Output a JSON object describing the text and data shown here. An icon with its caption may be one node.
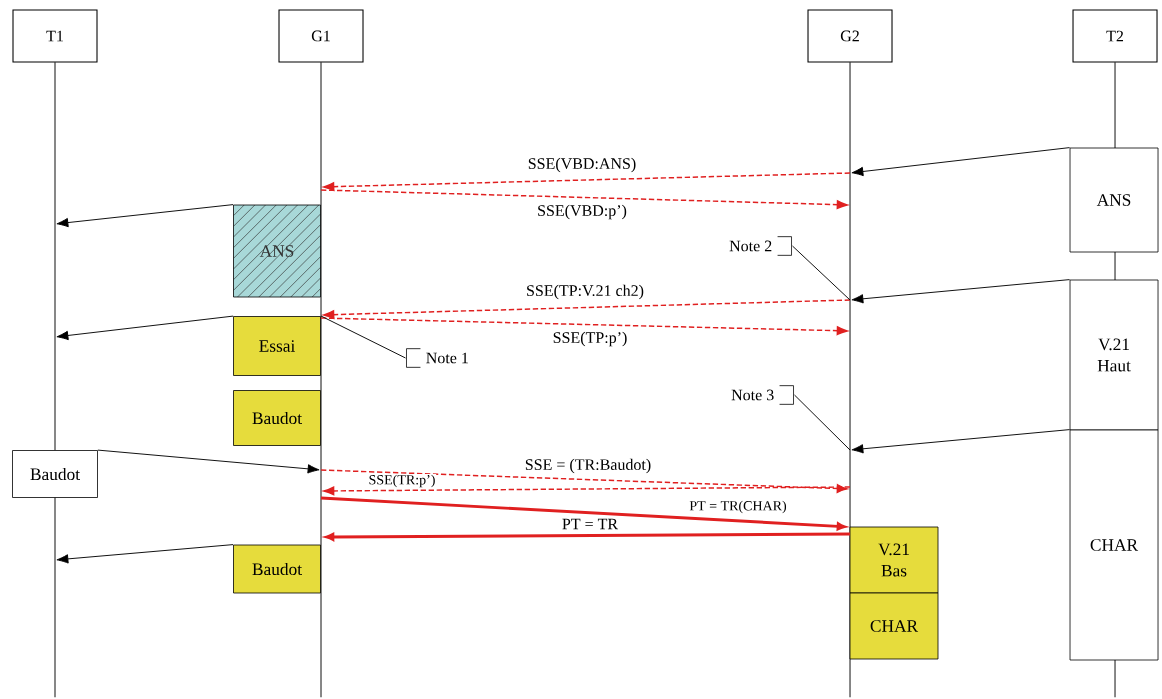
{
  "diagram": {
    "nodes": [
      {
        "text": [
          "T1"
        ]
      },
      {
        "text": [
          "G1"
        ]
      },
      {
        "text": [
          "G2"
        ]
      },
      {
        "text": [
          "T2"
        ]
      },
      {
        "text": [],
        "shape": "line"
      },
      {
        "text": [],
        "shape": "line"
      },
      {
        "text": [],
        "shape": "line"
      },
      {
        "text": [],
        "shape": "line"
      },
      {
        "text": [
          "ANS"
        ]
      },
      {
        "text": [
          "ANS"
        ]
      },
      {
        "text": [
          "Note 2"
        ]
      },
      {
        "text": [
          "V.21 Haut"
        ]
      },
      {
        "text": [
          "Essai"
        ]
      },
      {
        "text": [
          "Note 1"
        ]
      },
      {
        "text": [
          "Note 3"
        ]
      },
      {
        "text": [
          "Baudot"
        ]
      },
      {
        "text": [
          "CHAR"
        ]
      },
      {
        "text": [
          "Baudot"
        ]
      },
      {
        "text": [
          "Baudot"
        ]
      },
      {
        "text": [
          "V.21 Bas"
        ]
      },
      {
        "text": [
          "CHAR"
        ]
      },
      {
        "text": [],
        "shape": "line"
      }
    ],
    "edges": [
      {
        "from": 8,
        "to": 6,
        "arrow": "to"
      },
      {
        "from": 6,
        "to": 5,
        "arrow": "to",
        "label": "SSE(VBD:ANS)",
        "style": "dashed",
        "color": "#e02020"
      },
      {
        "from": 5,
        "to": 6,
        "arrow": "to",
        "label": "SSE(VBD:p’)",
        "style": "dashed",
        "color": "#e02020"
      },
      {
        "from": 9,
        "to": 4,
        "arrow": "to"
      },
      {
        "from": 11,
        "to": 6,
        "arrow": "to"
      },
      {
        "from": 6,
        "to": 5,
        "arrow": "to",
        "label": "SSE(TP:V.21 ch2)",
        "style": "dashed",
        "color": "#e02020"
      },
      {
        "from": 5,
        "to": 6,
        "arrow": "to",
        "label": "SSE(TP:p’)",
        "style": "dashed",
        "color": "#e02020"
      },
      {
        "from": 12,
        "to": 4,
        "arrow": "to"
      },
      {
        "from": 16,
        "to": 6,
        "arrow": "to"
      },
      {
        "from": 17,
        "to": 5,
        "arrow": "to"
      },
      {
        "from": 5,
        "to": 6,
        "arrow": "to",
        "label": "SSE = (TR:Baudot)",
        "style": "dashed",
        "color": "#e02020"
      },
      {
        "from": 6,
        "to": 5,
        "arrow": "to",
        "label": "SSE(TR:p’)",
        "style": "dashed",
        "color": "#e02020"
      },
      {
        "from": 5,
        "to": 6,
        "arrow": "to",
        "label": "PT = TR(CHAR)",
        "style": "thick",
        "color": "#e02020"
      },
      {
        "from": 6,
        "to": 5,
        "arrow": "to",
        "label": "PT = TR",
        "style": "thick",
        "color": "#e02020"
      },
      {
        "from": 18,
        "to": 7,
        "arrow": "to"
      },
      {
        "from": 13,
        "to": 5,
        "arrow": "none"
      },
      {
        "from": 10,
        "to": 6,
        "arrow": "none"
      },
      {
        "from": 14,
        "to": 6,
        "arrow": "none"
      }
    ]
  }
}
